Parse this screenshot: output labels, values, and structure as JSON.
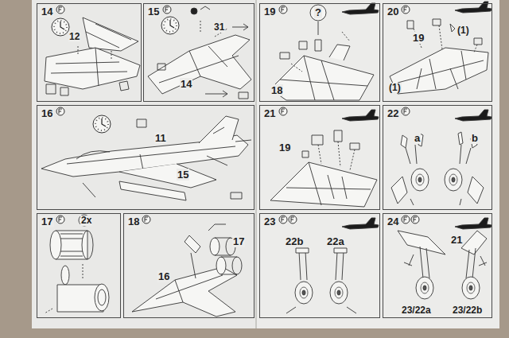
{
  "diagram": {
    "nodes": [
      {
        "text": [
          "14"
        ]
      },
      {
        "text": [
          "15"
        ]
      },
      {
        "text": [
          "16"
        ]
      },
      {
        "text": [
          "17"
        ]
      },
      {
        "text": [
          "18"
        ]
      },
      {
        "text": [
          "19"
        ]
      },
      {
        "text": [
          "20"
        ]
      },
      {
        "text": [
          "21"
        ]
      },
      {
        "text": [
          "22"
        ]
      },
      {
        "text": [
          "23"
        ]
      },
      {
        "text": [
          "24"
        ]
      }
    ],
    "edges": [],
    "labels": [
      "12",
      "31",
      "14",
      "11",
      "15",
      "2x",
      "16",
      "17",
      "?",
      "18",
      "(1)",
      "19",
      "(1)",
      "19",
      "a",
      "b",
      "22b",
      "22a",
      "21",
      "23/22a",
      "23/22b"
    ]
  }
}
